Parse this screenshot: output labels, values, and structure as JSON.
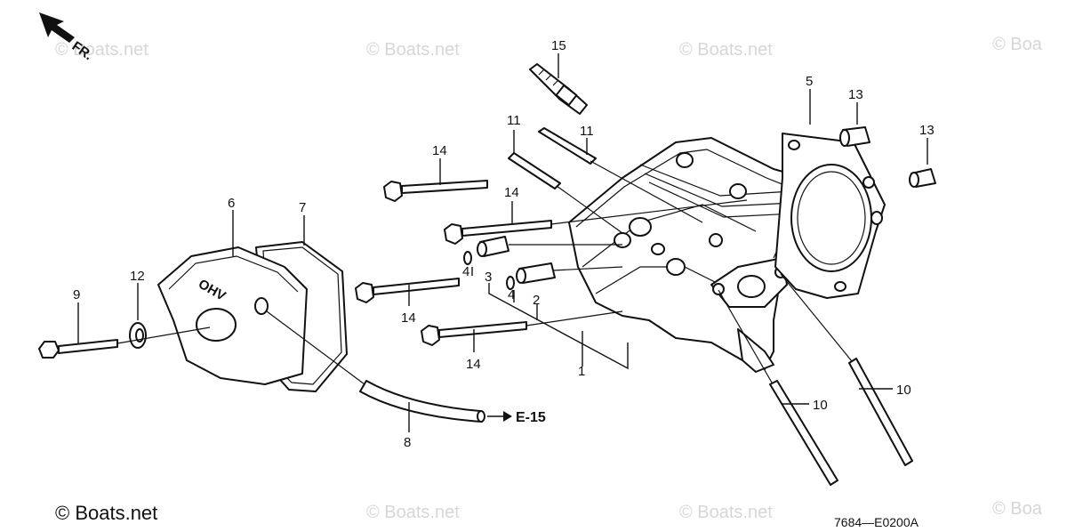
{
  "watermarks": [
    "© Boats.net",
    "© Boats.net",
    "© Boats.net",
    "© Boa",
    "© Boats.net",
    "© Boats.net",
    "© Boa"
  ],
  "copyright": "© Boats.net",
  "diagram_code": "7684—E0200A",
  "front_arrow": {
    "label": "FR."
  },
  "cover_text": "OHV",
  "ref": {
    "label": "E-15"
  },
  "callouts": {
    "p1": "1",
    "p2": "2",
    "p3": "3",
    "p4a": "4",
    "p4b": "4",
    "p5": "5",
    "p6": "6",
    "p7": "7",
    "p8": "8",
    "p9": "9",
    "p10a": "10",
    "p10b": "10",
    "p11a": "11",
    "p11b": "11",
    "p12": "12",
    "p13a": "13",
    "p13b": "13",
    "p14a": "14",
    "p14b": "14",
    "p14c": "14",
    "p14d": "14",
    "p15": "15"
  }
}
